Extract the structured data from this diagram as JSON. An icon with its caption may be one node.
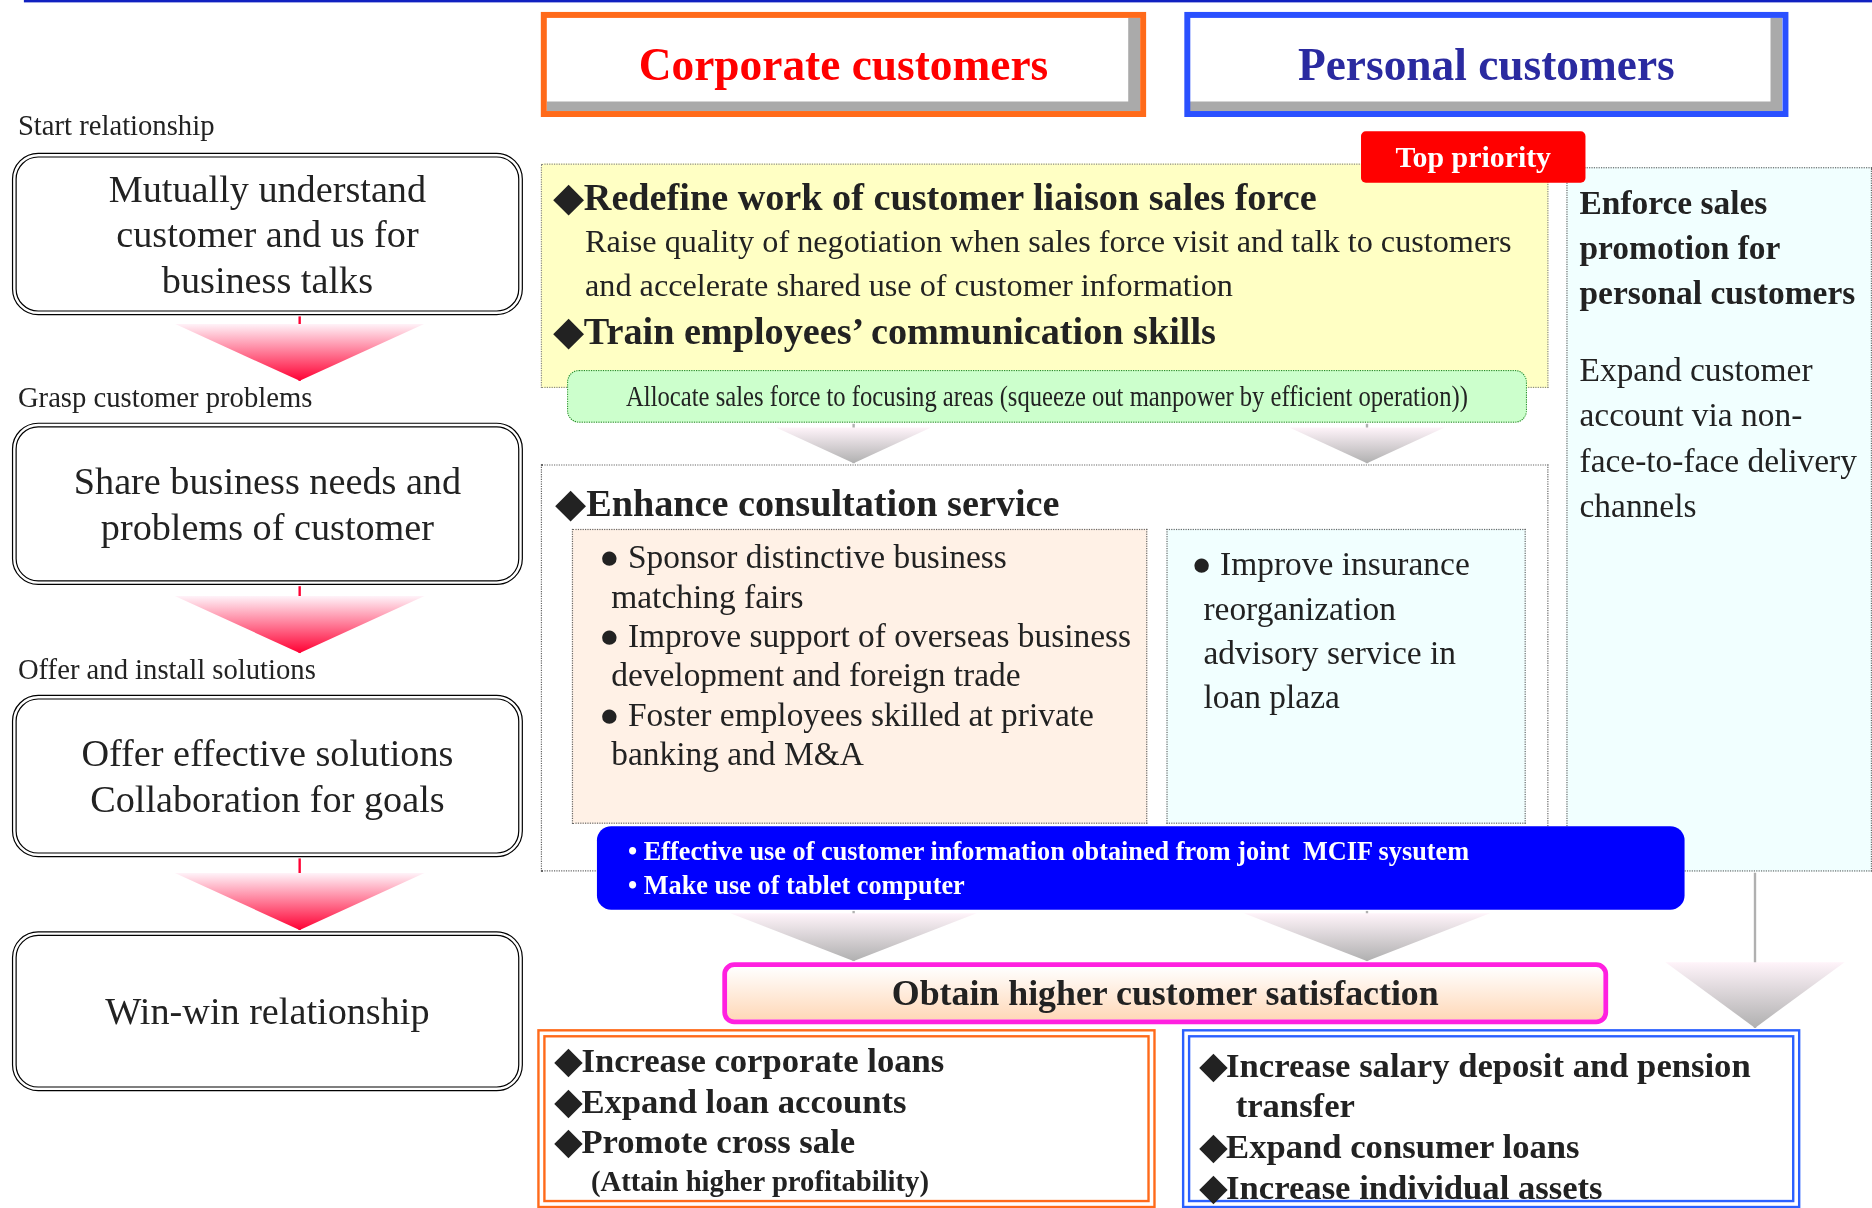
{
  "diagram": {
    "nodes": [
      {
        "text": [
          "Start relationship",
          "Mutually understand customer and us for business talks"
        ]
      },
      {
        "text": [
          "Grasp customer problems",
          "Share business needs and problems of customer"
        ]
      },
      {
        "text": [
          "Offer and install solutions",
          "Offer effective solutions Collaboration for goals"
        ]
      },
      {
        "text": [
          "Win-win relationship"
        ]
      },
      {
        "text": [
          "Corporate customers"
        ]
      },
      {
        "text": [
          "Personal customers"
        ]
      },
      {
        "text": [
          "◆Redefine work of customer liaison sales force",
          "Raise quality of negotiation when sales force visit and talk to customers and accelerate shared use of customer information",
          "◆Train employees’ communication skills"
        ],
        "beside": [
          "Top priority"
        ]
      },
      {
        "text": [
          "Allocate sales force to focusing areas (squeeze out manpower by efficient operation))"
        ]
      },
      {
        "text": [
          "◆Enhance consultation service"
        ]
      },
      {
        "text": [
          "● Sponsor distinctive business matching fairs",
          "● Improve support of overseas business development and foreign trade",
          "● Foster employees skilled at private banking and M&A"
        ],
        "in": 8
      },
      {
        "text": [
          "● Improve insurance reorganization advisory service in loan plaza"
        ],
        "in": 8
      },
      {
        "text": [
          "Enforce sales promotion for personal customers",
          "Expand customer account via non-face-to-face delivery channels"
        ]
      },
      {
        "text": [
          "• Effective use of customer information obtained from joint  MCIF sysutem",
          "• Make use of tablet computer"
        ]
      },
      {
        "text": [
          "Obtain higher customer satisfaction"
        ]
      },
      {
        "text": [
          "◆Increase corporate loans",
          "◆Expand loan accounts",
          "◆Promote cross sale",
          "(Attain higher profitability)"
        ]
      },
      {
        "text": [
          "◆Increase salary deposit and pension transfer",
          "◆Expand consumer loans",
          "◆Increase individual assets"
        ]
      }
    ],
    "edges": [
      {
        "from": 0,
        "to": 1,
        "arrow": "to",
        "color": "#ff0033"
      },
      {
        "from": 1,
        "to": 2,
        "arrow": "to",
        "color": "#ff0033"
      },
      {
        "from": 2,
        "to": 3,
        "arrow": "to",
        "color": "#ff0033"
      },
      {
        "from": 7,
        "to": 8,
        "arrow": "to"
      },
      {
        "from": 7,
        "to": 8,
        "arrow": "to"
      },
      {
        "from": 12,
        "to": 13,
        "arrow": "to"
      },
      {
        "from": 12,
        "to": 13,
        "arrow": "to"
      },
      {
        "from": 11,
        "to": 15,
        "arrow": "to"
      }
    ]
  }
}
